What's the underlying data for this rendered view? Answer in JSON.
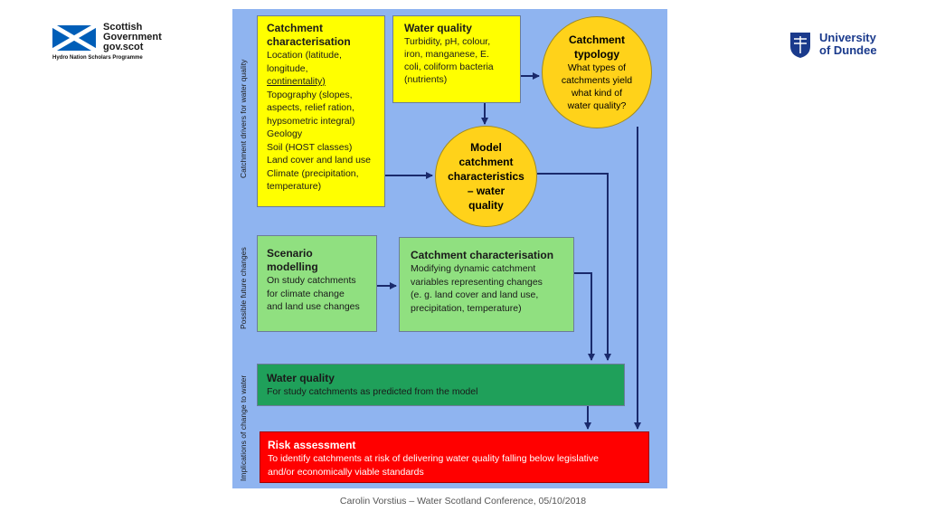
{
  "header": {
    "sg_line1": "Scottish",
    "sg_line2": "Government",
    "sg_line3": "gov.scot",
    "sg_programme": "Hydro Nation Scholars Programme",
    "ud_line1": "University",
    "ud_line2": "of Dundee"
  },
  "side_labels": {
    "drivers": "Catchment drivers for water quality",
    "future": "Possible future changes",
    "implications": "Implications of change to water"
  },
  "boxes": {
    "characterisation": {
      "title_1": "Catchment",
      "title_2": "characterisation",
      "lines": [
        "Location (latitude,",
        "longitude,",
        "continentality)",
        "Topography (slopes,",
        "aspects, relief ration,",
        "hypsometric integral)",
        "Geology",
        "Soil (HOST classes)",
        "Land cover and land use",
        "Climate (precipitation,",
        "temperature)"
      ]
    },
    "water_quality_top": {
      "title": "Water quality",
      "lines": [
        "Turbidity, pH, colour,",
        "iron, manganese, E.",
        "coli, coliform bacteria",
        "(nutrients)"
      ]
    },
    "typology": {
      "title_1": "Catchment",
      "title_2": "typology",
      "lines": [
        "What types of",
        "catchments yield",
        "what kind of",
        "water quality?"
      ]
    },
    "model": {
      "lines": [
        "Model",
        "catchment",
        "characteristics",
        "– water",
        "quality"
      ]
    },
    "scenario": {
      "title_1": "Scenario",
      "title_2": "modelling",
      "lines": [
        "On study catchments",
        "for climate change",
        "and land use changes"
      ]
    },
    "dynamic": {
      "title": "Catchment characterisation",
      "lines": [
        "Modifying dynamic catchment",
        "variables representing changes",
        "(e. g. land cover and land use,",
        "precipitation, temperature)"
      ]
    },
    "water_quality_bottom": {
      "title": "Water quality",
      "text": "For study catchments as predicted from the model"
    },
    "risk": {
      "title": "Risk assessment",
      "lines": [
        "To identify catchments at risk of delivering water quality falling below legislative",
        "and/or economically viable standards"
      ]
    }
  },
  "footer": "Carolin Vorstius – Water Scotland Conference, 05/10/2018",
  "colors": {
    "panel": "#8fb4f0",
    "yellow": "#ffff00",
    "circle": "#ffd21a",
    "light_green": "#90e080",
    "dark_green": "#1fa05a",
    "red": "#ff0000",
    "arrow": "#1a2a6c"
  }
}
